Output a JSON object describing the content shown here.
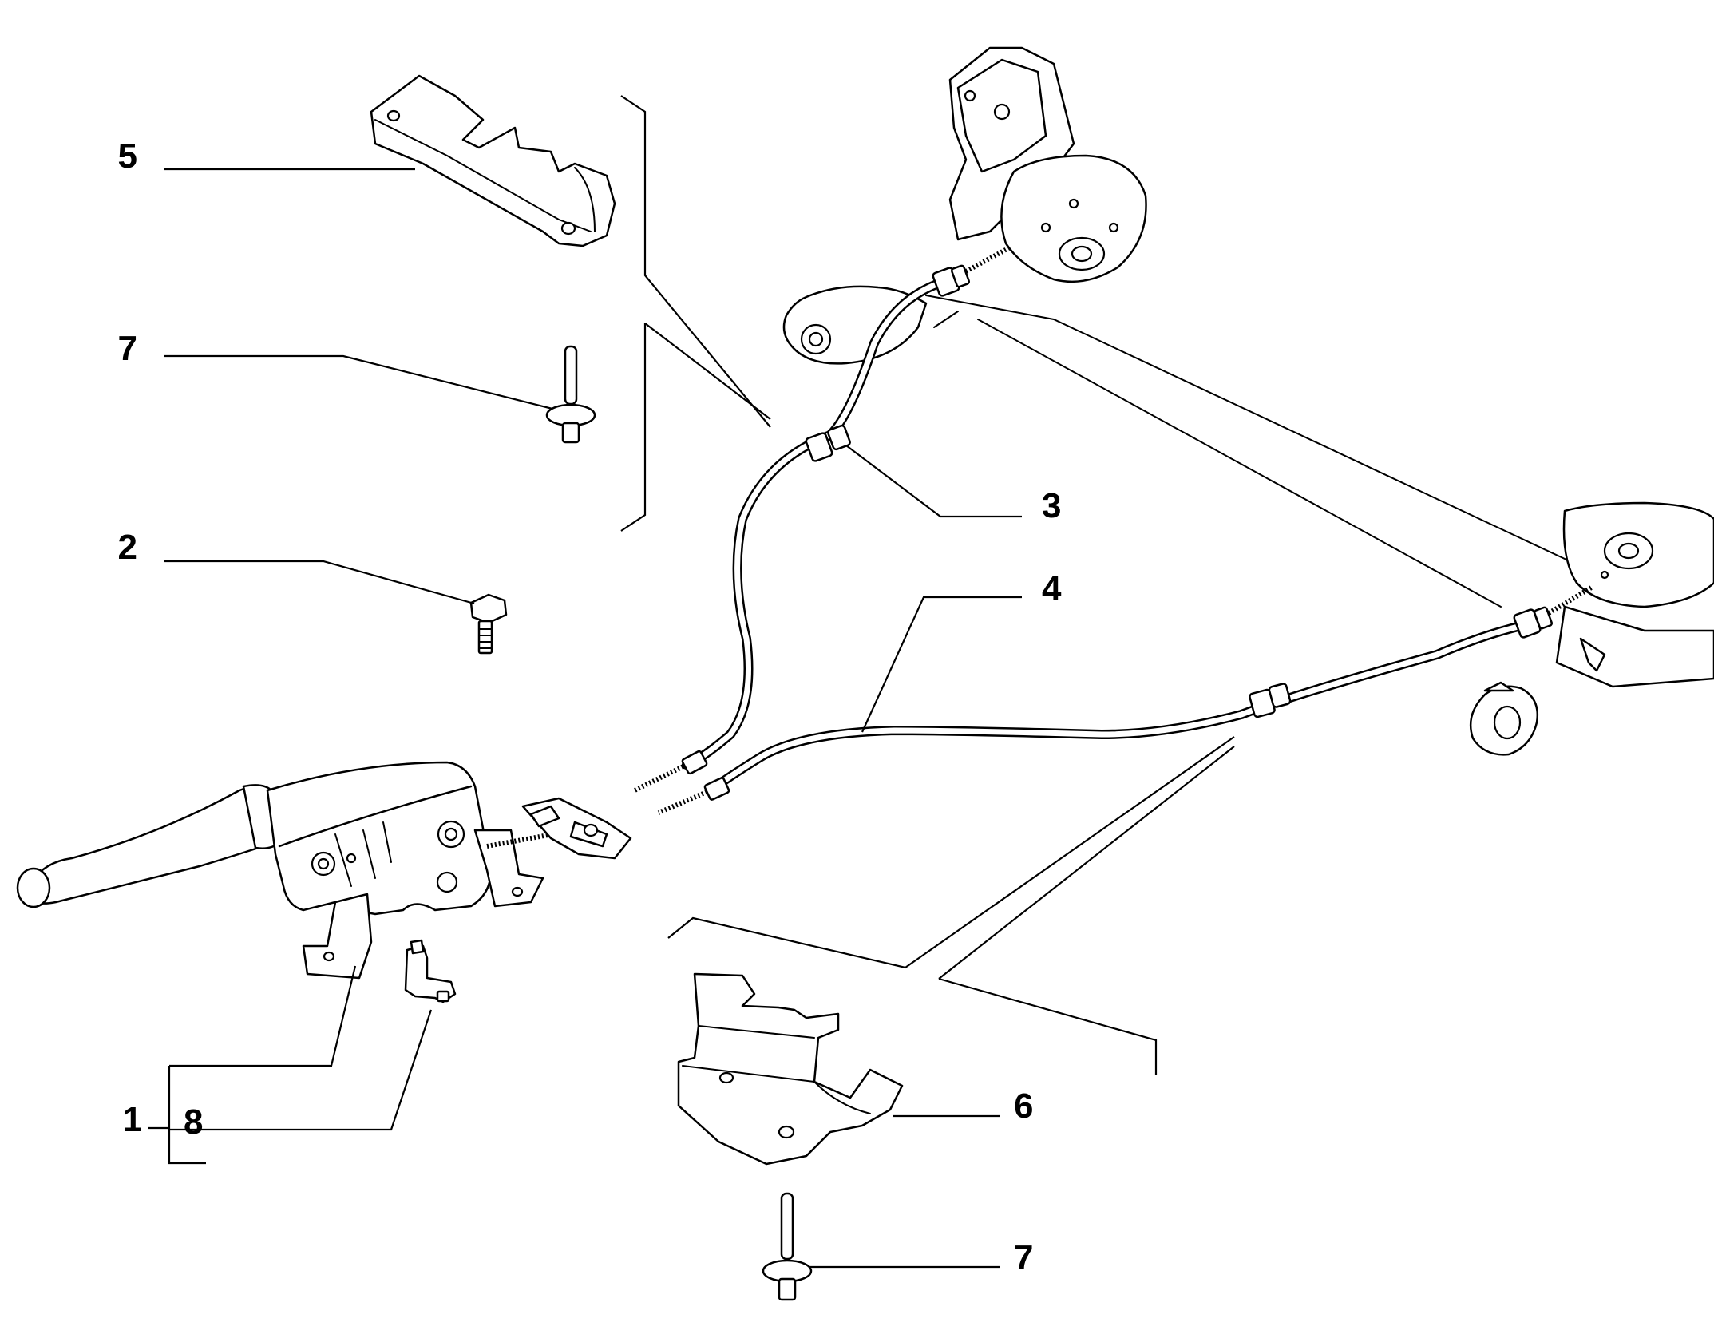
{
  "diagram": {
    "callouts": [
      {
        "id": "c1",
        "number": "1"
      },
      {
        "id": "c2",
        "number": "2"
      },
      {
        "id": "c3",
        "number": "3"
      },
      {
        "id": "c4",
        "number": "4"
      },
      {
        "id": "c5",
        "number": "5"
      },
      {
        "id": "c6",
        "number": "6"
      },
      {
        "id": "c7a",
        "number": "7"
      },
      {
        "id": "c7b",
        "number": "7"
      },
      {
        "id": "c8",
        "number": "8"
      }
    ],
    "parts": [
      {
        "id": "handbrake-lever-assembly",
        "callout": "1",
        "icon": "handbrake-lever-icon"
      },
      {
        "id": "screw",
        "callout": "2",
        "icon": "bolt-icon"
      },
      {
        "id": "cable-left",
        "callout": "3",
        "icon": "brake-cable-icon"
      },
      {
        "id": "cable-right",
        "callout": "4",
        "icon": "brake-cable-icon"
      },
      {
        "id": "cable-guide-upper",
        "callout": "5",
        "icon": "bracket-icon"
      },
      {
        "id": "cable-guide-lower",
        "callout": "6",
        "icon": "bracket-icon"
      },
      {
        "id": "stud-bolt",
        "callout": "7",
        "icon": "stud-icon"
      },
      {
        "id": "switch",
        "callout": "8",
        "icon": "switch-icon"
      },
      {
        "id": "rear-axle",
        "callout": "",
        "icon": "rear-axle-icon"
      }
    ]
  }
}
